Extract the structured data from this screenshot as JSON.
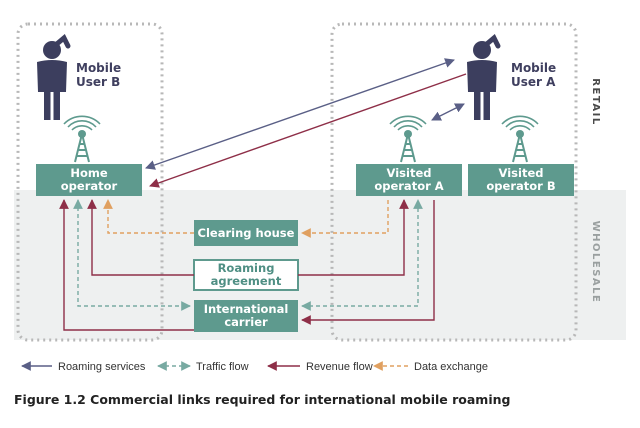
{
  "nodes": {
    "mobile_user_b": [
      "Mobile",
      "User B"
    ],
    "mobile_user_a": [
      "Mobile",
      "User A"
    ],
    "home_operator": [
      "Home",
      "operator"
    ],
    "visited_operator_a": [
      "Visited",
      "operator A"
    ],
    "visited_operator_b": [
      "Visited",
      "operator B"
    ],
    "clearing_house": "Clearing house",
    "roaming_agreement": [
      "Roaming",
      "agreement"
    ],
    "international_carrier": [
      "International",
      "carrier"
    ]
  },
  "zones": {
    "retail": "RETAIL",
    "wholesale": "WHOLESALE"
  },
  "legend": {
    "roaming_services": "Roaming services",
    "traffic_flow": "Traffic flow",
    "revenue_flow": "Revenue flow",
    "data_exchange": "Data exchange"
  },
  "caption": "Figure 1.2 Commercial links required for international mobile roaming",
  "colors": {
    "roaming_services": "#5a5f86",
    "traffic_flow": "#78aaa2",
    "revenue_flow": "#8e2f48",
    "data_exchange": "#e0a060",
    "box_fill": "#5e9a8e",
    "person": "#3c3e5e",
    "zone_border": "#b8b8b8",
    "wholesale_bg": "#eef0f0"
  }
}
